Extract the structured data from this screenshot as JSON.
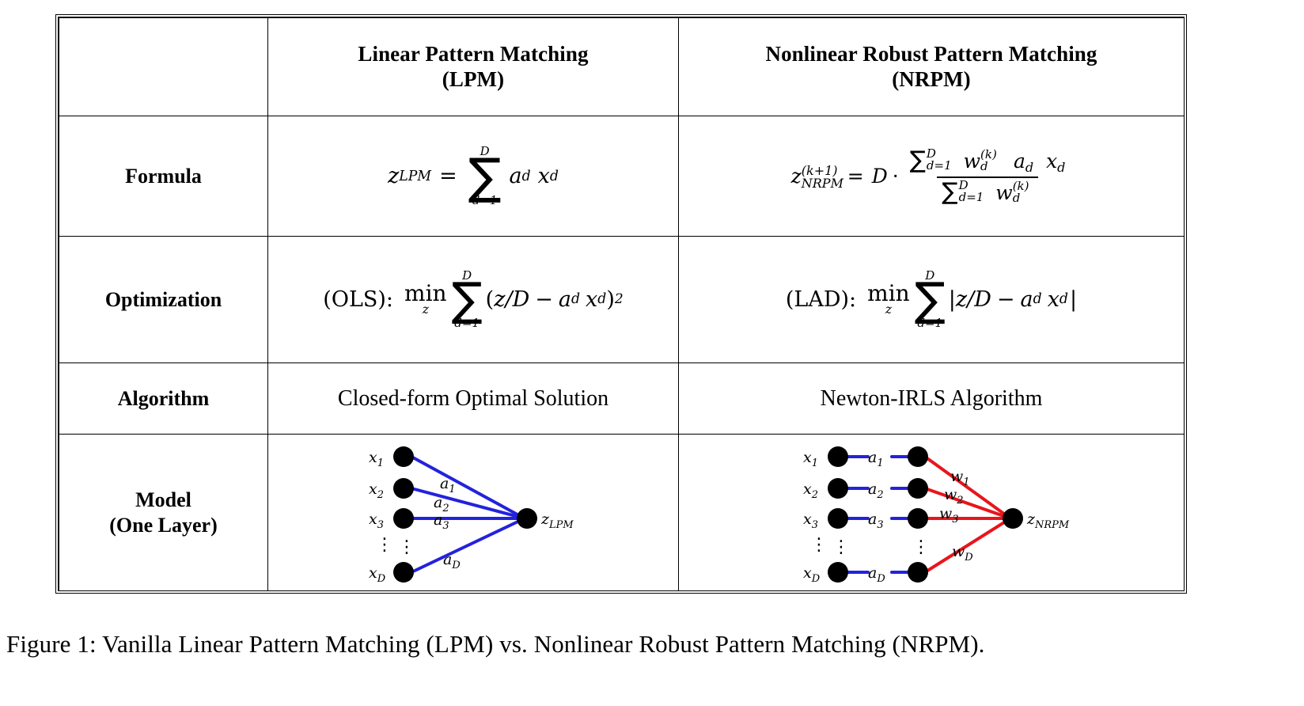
{
  "figure": {
    "caption": "Figure 1:  Vanilla Linear Pattern Matching (LPM) vs. Nonlinear Robust Pattern Matching (NRPM)."
  },
  "table": {
    "columns": [
      {
        "id": "rowlabel",
        "header": ""
      },
      {
        "id": "lpm",
        "header_line1": "Linear Pattern Matching",
        "header_line2": "(LPM)"
      },
      {
        "id": "nrpm",
        "header_line1": "Nonlinear Robust Pattern Matching",
        "header_line2": "(NRPM)"
      }
    ],
    "rows": [
      {
        "id": "formula",
        "label_line1": "Formula",
        "label_line2": "",
        "lpm": {
          "lhs_var": "z",
          "lhs_sub": "LPM",
          "equals": "=",
          "sum_top": "D",
          "sum_bottom": "d=1",
          "term_a": "a",
          "term_a_sub": "d",
          "term_x": "x",
          "term_x_sub": "d",
          "plain_text": "z_LPM = sum_{d=1}^{D} a_d x_d"
        },
        "nrpm": {
          "lhs_var": "z",
          "lhs_sub": "NRPM",
          "lhs_sup": "(k+1)",
          "equals": "=",
          "factor": "D",
          "dot": "·",
          "num_sum_top": "D",
          "num_sum_bottom": "d=1",
          "num_w": "w",
          "num_w_sub": "d",
          "num_w_sup": "(k)",
          "num_a": "a",
          "num_a_sub": "d",
          "num_x": "x",
          "num_x_sub": "d",
          "den_sum_top": "D",
          "den_sum_bottom": "d=1",
          "den_w": "w",
          "den_w_sub": "d",
          "den_w_sup": "(k)",
          "plain_text": "z_NRPM^(k+1) = D . ( sum_{d=1}^{D} w_d^(k) a_d x_d ) / ( sum_{d=1}^{D} w_d^(k) )"
        }
      },
      {
        "id": "optimization",
        "label_line1": "Optimization",
        "label_line2": "",
        "lpm": {
          "tag": "(OLS):",
          "min_word": "min",
          "min_var": "z",
          "sum_top": "D",
          "sum_bottom": "d=1",
          "body_open": "(",
          "body_z": "z",
          "body_slash": "/",
          "body_D": "D",
          "body_minus": "−",
          "body_a": "a",
          "body_a_sub": "d",
          "body_x": "x",
          "body_x_sub": "d",
          "body_close": ")",
          "body_pow": "2",
          "plain_text": "(OLS): min_z sum_{d=1}^{D} (z/D - a_d x_d)^2"
        },
        "nrpm": {
          "tag": "(LAD):",
          "min_word": "min",
          "min_var": "z",
          "sum_top": "D",
          "sum_bottom": "d=1",
          "body_open": "|",
          "body_z": "z",
          "body_slash": "/",
          "body_D": "D",
          "body_minus": "−",
          "body_a": "a",
          "body_a_sub": "d",
          "body_x": "x",
          "body_x_sub": "d",
          "body_close": "|",
          "plain_text": "(LAD): min_z sum_{d=1}^{D} |z/D - a_d x_d|"
        }
      },
      {
        "id": "algorithm",
        "label_line1": "Algorithm",
        "label_line2": "",
        "lpm": {
          "text": "Closed-form Optimal Solution"
        },
        "nrpm": {
          "text": "Newton-IRLS Algorithm"
        }
      },
      {
        "id": "model",
        "label_line1": "Model",
        "label_line2": "(One Layer)",
        "lpm": {
          "diagram": {
            "type": "one-layer-linear",
            "input_labels": [
              "x₁",
              "x₂",
              "x₃",
              "x_D"
            ],
            "input_base": "x",
            "input_subs": [
              "1",
              "2",
              "3",
              "D"
            ],
            "edge_labels": [
              "a₁",
              "a₂",
              "a₃",
              "a_D"
            ],
            "edge_base": "a",
            "edge_subs": [
              "1",
              "2",
              "3",
              "D"
            ],
            "edge_color": "#2222dd",
            "output_label": "z",
            "output_sub": "LPM",
            "vertical_dots": "⋮"
          }
        },
        "nrpm": {
          "diagram": {
            "type": "one-layer-reweighted",
            "input_base": "x",
            "input_subs": [
              "1",
              "2",
              "3",
              "D"
            ],
            "first_edge_base": "a",
            "first_edge_subs": [
              "1",
              "2",
              "3",
              "D"
            ],
            "first_edge_color": "#2222dd",
            "second_edge_base": "w",
            "second_edge_subs": [
              "1",
              "2",
              "3",
              "D"
            ],
            "second_edge_color": "#e8151c",
            "output_label": "z",
            "output_sub": "NRPM",
            "vertical_dots": "⋮"
          }
        }
      }
    ]
  },
  "colors": {
    "weight_edge_blue": "#2222dd",
    "weight_edge_red": "#e8151c",
    "node": "#000000",
    "border": "#000000",
    "background": "#ffffff"
  }
}
